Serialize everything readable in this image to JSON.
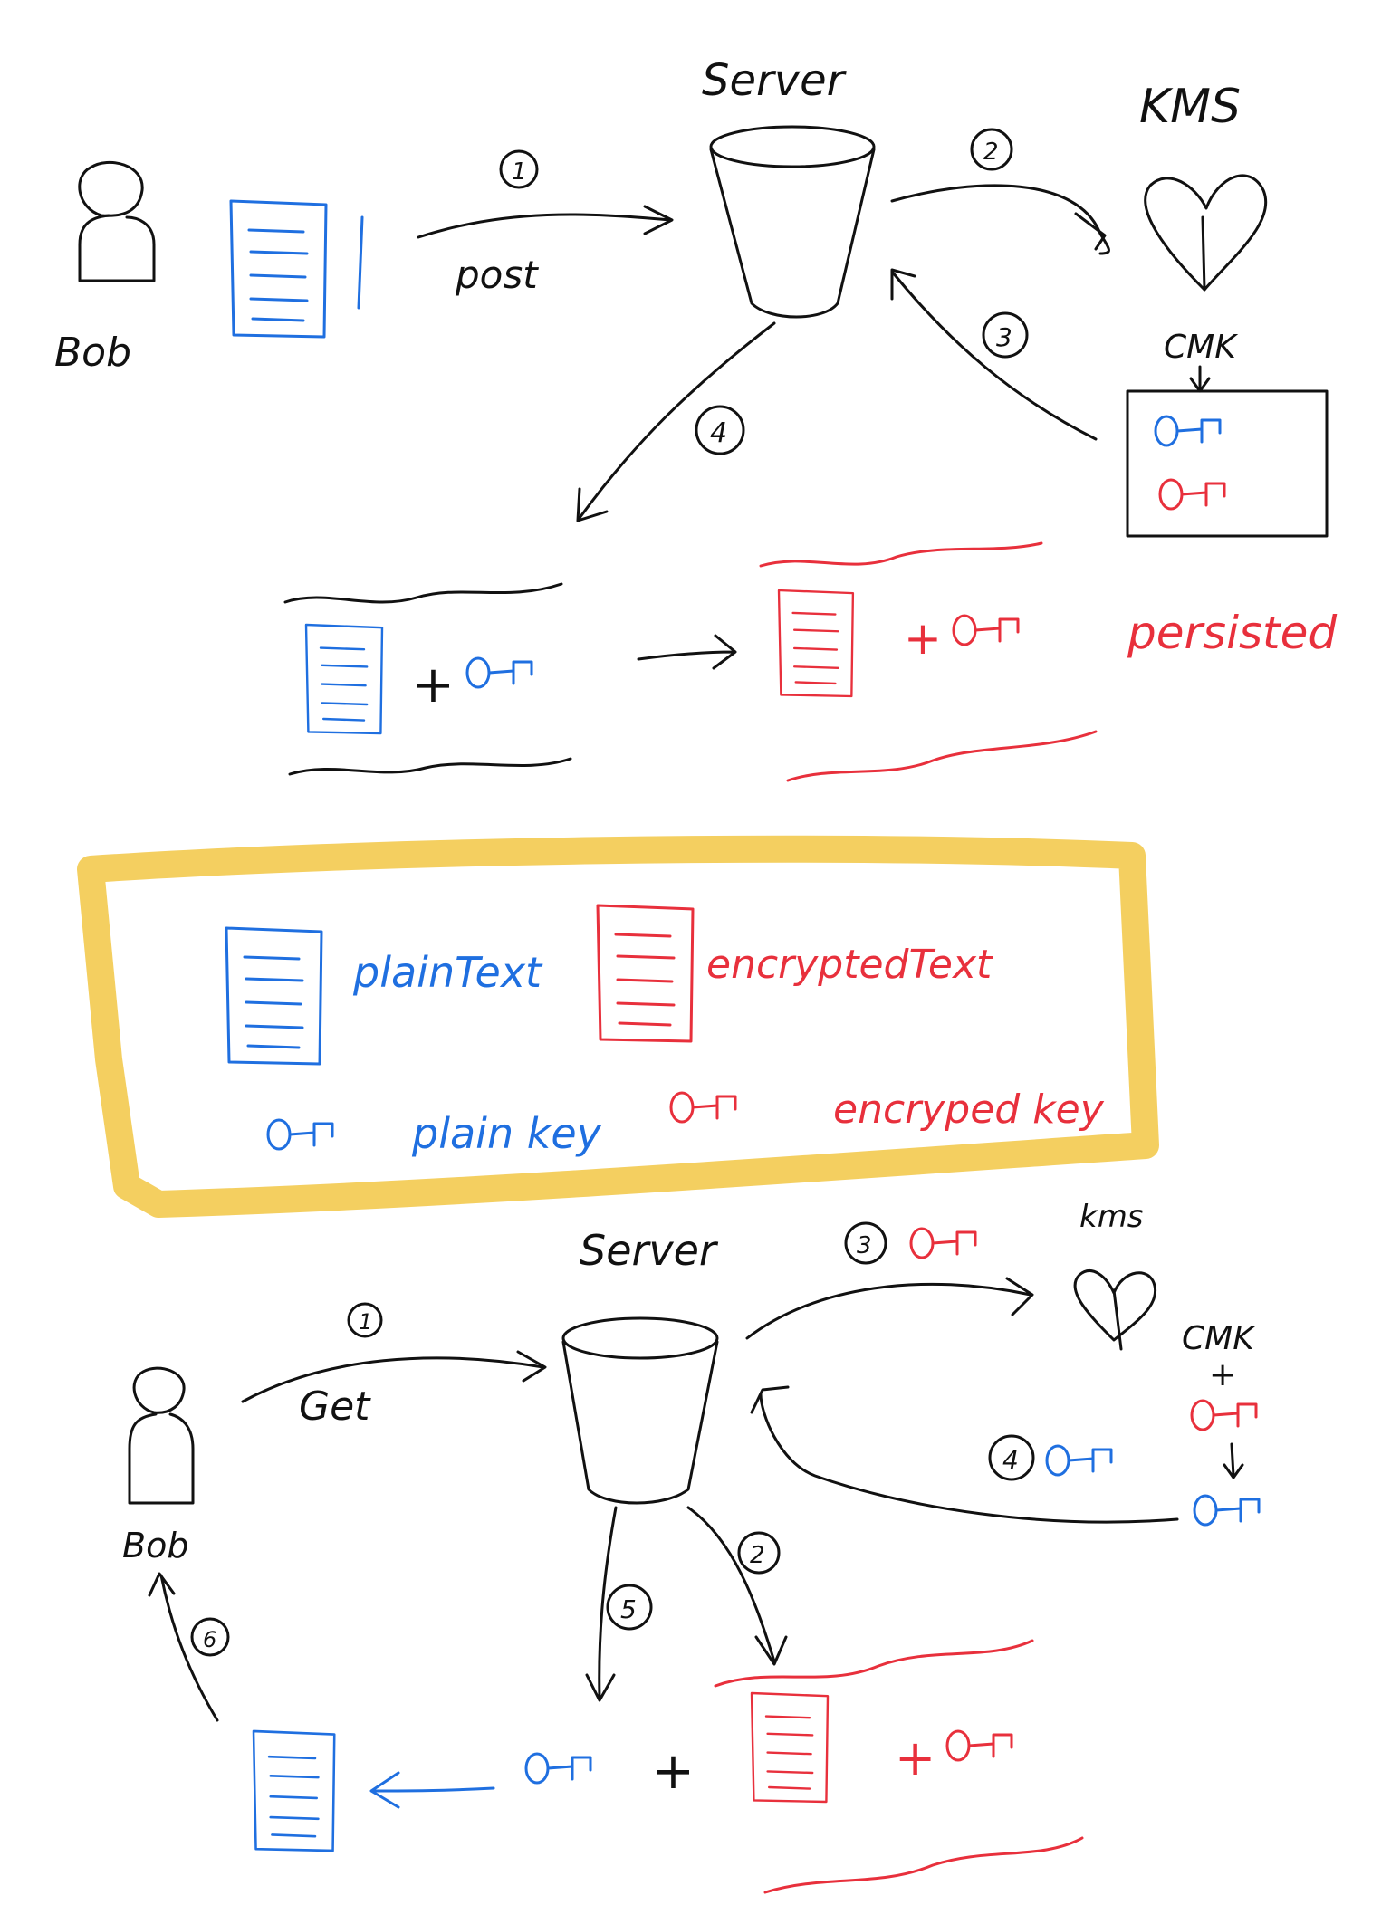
{
  "colors": {
    "ink": "#111111",
    "plain": "#1f6fe0",
    "encrypted": "#e8303c",
    "highlight": "#f2c744"
  },
  "upload": {
    "server_label": "Server",
    "kms_label": "KMS",
    "user_label": "Bob",
    "cmk_label": "CMK",
    "step1": "1",
    "step1_action": "post",
    "step2": "2",
    "step3": "3",
    "step4": "4",
    "plus": "+",
    "persisted": "persisted"
  },
  "legend": {
    "plain_text": "plainText",
    "encrypted_text": "encryptedText",
    "plain_key": "plain key",
    "encrypted_key": "encryped key"
  },
  "download": {
    "server_label": "Server",
    "kms_label": "kms",
    "user_label": "Bob",
    "cmk_label": "CMK",
    "step1": "1",
    "step1_action": "Get",
    "step2": "2",
    "step3": "3",
    "step4": "4",
    "step5": "5",
    "step6": "6",
    "plus": "+"
  }
}
